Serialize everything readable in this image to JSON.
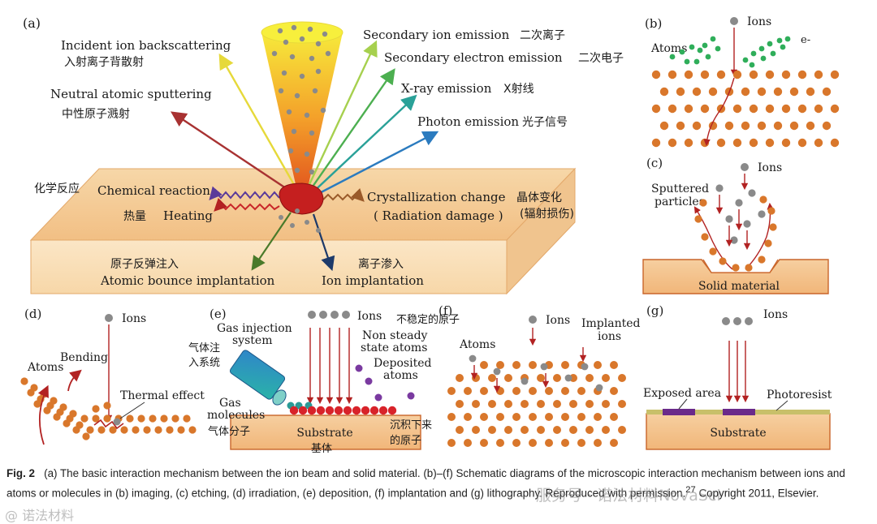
{
  "panel_a": {
    "letter": "(a)",
    "arrows": [
      {
        "label_en": "Incident ion backscattering",
        "label_cn": "入射离子背散射",
        "color": "#e6d93a"
      },
      {
        "label_en": "Neutral atomic sputtering",
        "label_cn": "中性原子溅射",
        "color": "#a83232"
      },
      {
        "label_en": "Secondary ion emission",
        "label_cn": "二次离子",
        "color": "#a6d04e"
      },
      {
        "label_en": "Secondary electron emission",
        "label_cn": "二次电子",
        "color": "#4caf50"
      },
      {
        "label_en": "X-ray emission",
        "label_cn": "X射线",
        "color": "#2aa198"
      },
      {
        "label_en": "Photon emission",
        "label_cn": "光子信号",
        "color": "#2b7bbf"
      }
    ],
    "chemical": {
      "en": "Chemical reaction",
      "cn": "化学反应"
    },
    "heating": {
      "en": "Heating",
      "cn": "热量"
    },
    "crystallization": {
      "en": "Crystallization change",
      "en2": "( Radiation damage )",
      "cn": "晶体变化",
      "cn2": "(辐射损伤)"
    },
    "bounce": {
      "en": "Atomic bounce implantation",
      "cn": "原子反弹注入"
    },
    "implant": {
      "en": "Ion implantation",
      "cn": "离子渗入"
    }
  },
  "panel_b": {
    "letter": "(b)",
    "ions": "Ions",
    "atoms": "Atoms",
    "electron": "e-"
  },
  "panel_c": {
    "letter": "(c)",
    "ions": "Ions",
    "sputtered1": "Sputtered",
    "sputtered2": "particles",
    "solid": "Solid material"
  },
  "panel_d": {
    "letter": "(d)",
    "ions": "Ions",
    "atoms": "Atoms",
    "bending": "Bending",
    "thermal": "Thermal effect"
  },
  "panel_e": {
    "letter": "(e)",
    "ions": "Ions",
    "gis1": "Gas injection",
    "gis2": "system",
    "gis_cn1": "气体注",
    "gis_cn2": "入系统",
    "nonsteady_cn": "不稳定的原子",
    "nonsteady1": "Non steady",
    "nonsteady2": "state atoms",
    "deposited1": "Deposited",
    "deposited2": "atoms",
    "gas1": "Gas",
    "gas2": "molecules",
    "gas_cn": "气体分子",
    "substrate": "Substrate",
    "substrate_cn": "基体",
    "deposited_cn1": "沉积下来",
    "deposited_cn2": "的原子"
  },
  "panel_f": {
    "letter": "(f)",
    "ions": "Ions",
    "atoms": "Atoms",
    "implanted1": "Implanted",
    "implanted2": "ions"
  },
  "panel_g": {
    "letter": "(g)",
    "ions": "Ions",
    "exposed": "Exposed area",
    "photoresist": "Photoresist",
    "substrate": "Substrate"
  },
  "caption": {
    "fig": "Fig. 2",
    "text": "(a) The basic interaction mechanism between the ion beam and solid material. (b)–(f) Schematic diagrams of the microscopic interaction mechanism between ions and atoms or molecules in (b) imaging, (c) etching, (d) irradiation, (e) deposition, (f) implantation and (g) lithography. Reproduced with permission.",
    "ref": "27",
    "tail": " Copyright 2011, Elsevier."
  },
  "watermark": {
    "right": "服务号 · 诺法材料NovaSci",
    "left": "@ 诺法材料"
  },
  "colors": {
    "atom": "#d9772b",
    "ion": "#8a8a8a",
    "arrow_red": "#b22222",
    "substrate": "#f2c898",
    "substrate_edge": "#c9652a",
    "green_atom": "#2fae5a",
    "purple": "#7a3aa0"
  }
}
